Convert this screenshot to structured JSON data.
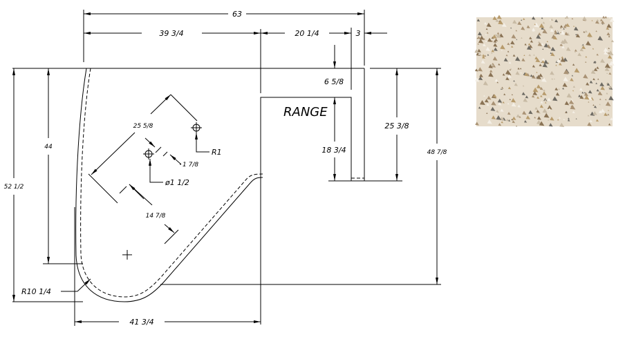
{
  "drawing": {
    "range_label": "RANGE",
    "dimensions": {
      "overall_width": "63",
      "left_width": "39 3/4",
      "range_width": "20 1/4",
      "right_offset": "3",
      "range_top_offset": "6 5/8",
      "range_depth": "18 3/4",
      "right_depth": "25 3/8",
      "right_height": "48 7/8",
      "overall_height": "52 1/2",
      "left_height": "44",
      "bottom_width": "41 3/4",
      "corner_radius": "R10 1/4",
      "sink_offset": "25 5/8",
      "hole_offset": "1 7/8",
      "hole_diameter": "ø1 1/2",
      "hole_radius": "R1",
      "sink_depth": "14 7/8"
    }
  },
  "swatch": {
    "base_color": "#e6dccb",
    "speck_colors": [
      "#8a7355",
      "#a99274",
      "#c8bba5",
      "#f4efe6",
      "#6d6a63",
      "#b79b6c"
    ]
  }
}
